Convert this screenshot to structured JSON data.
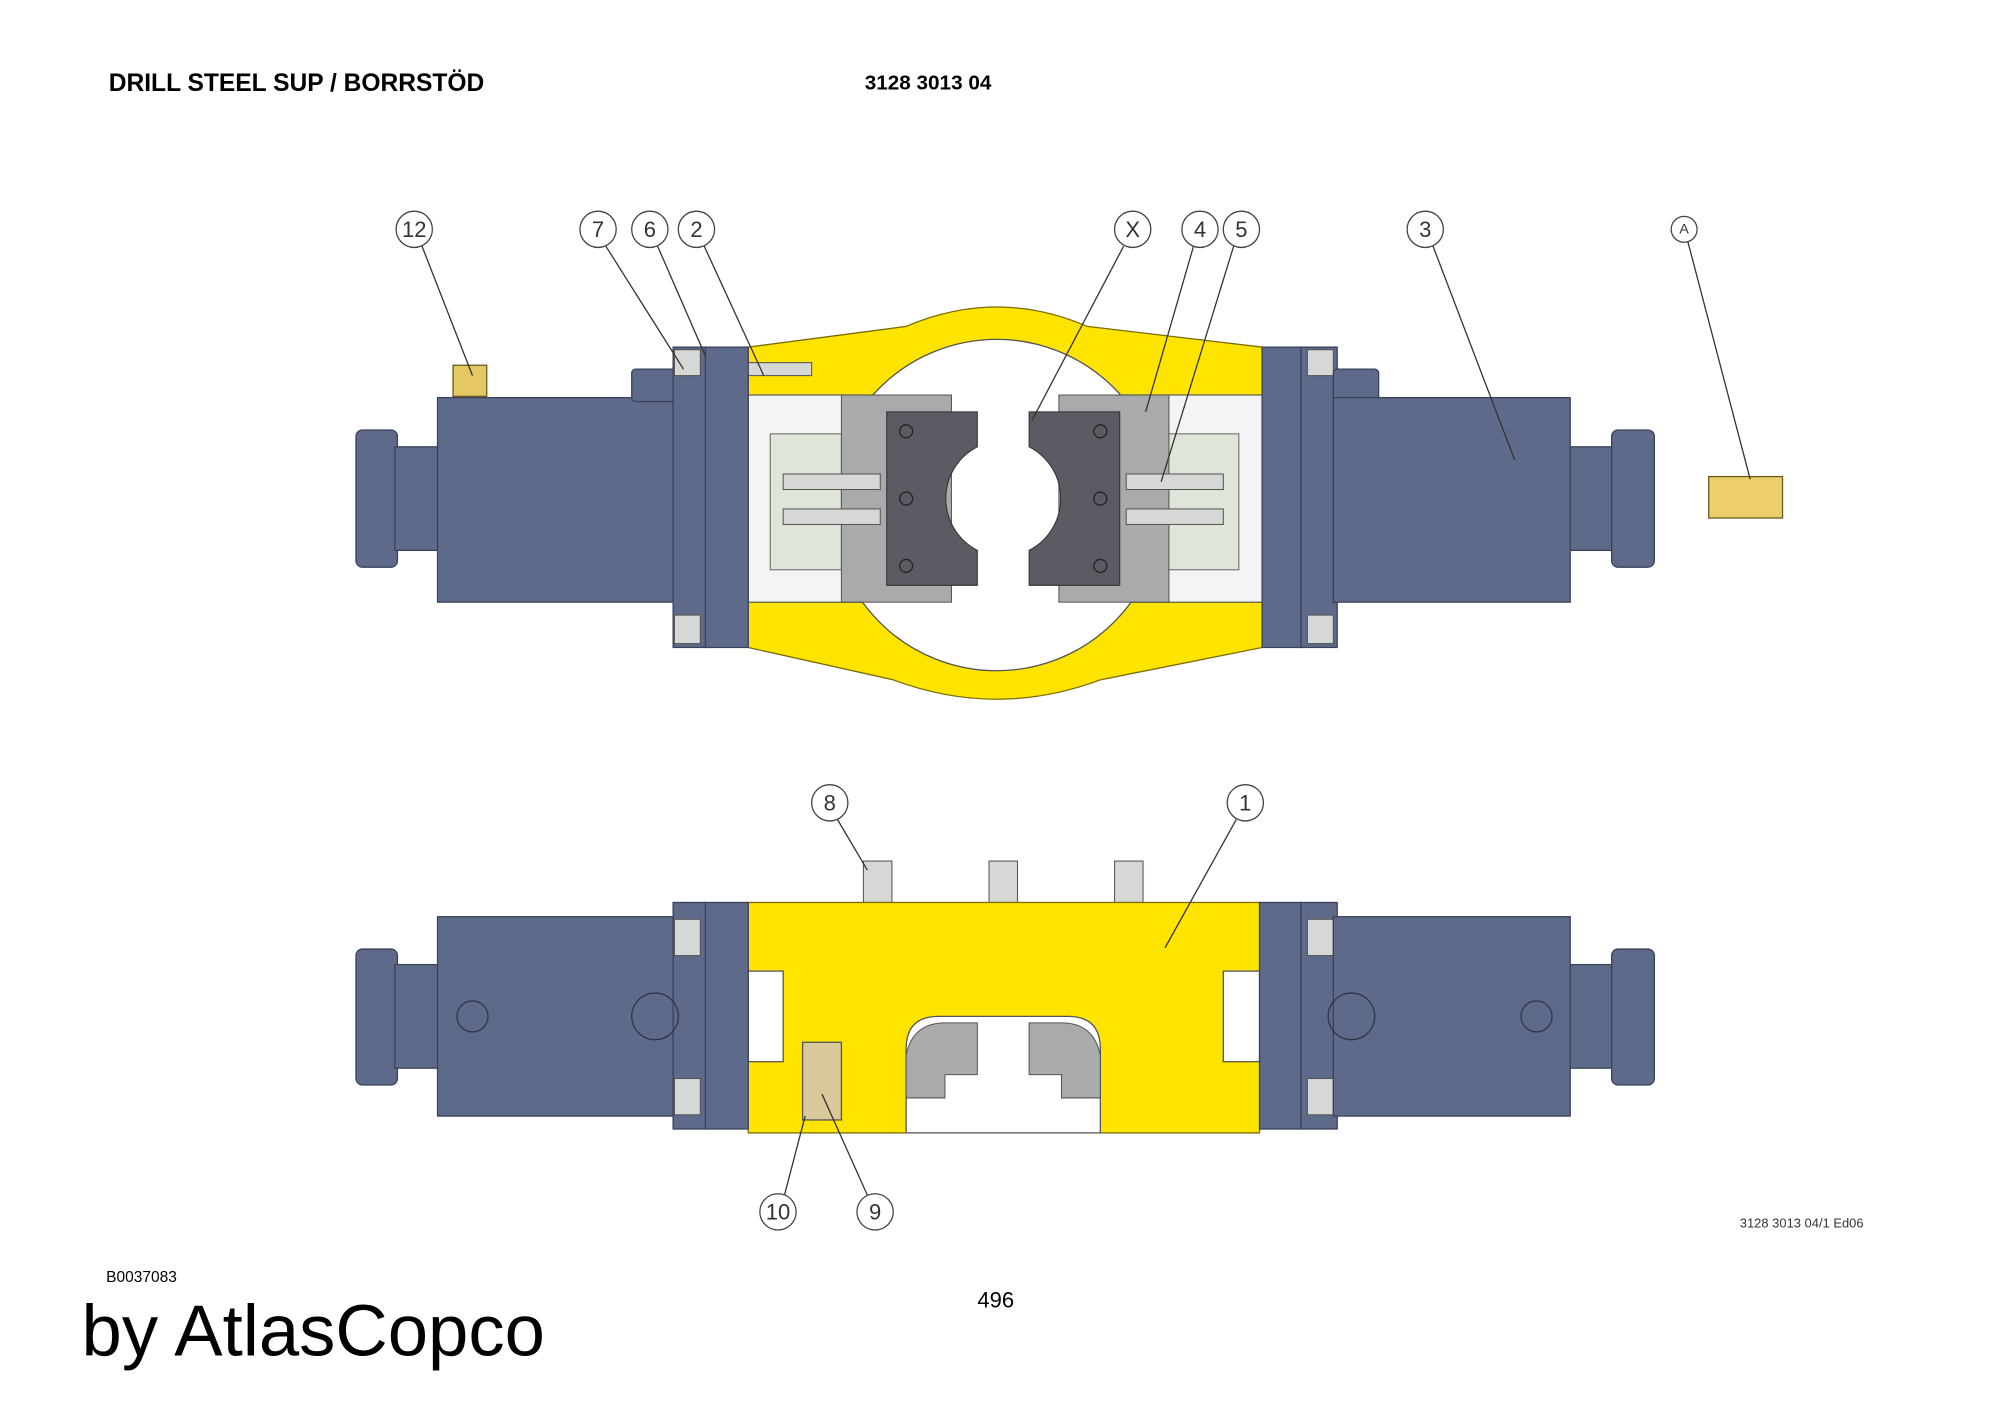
{
  "header": {
    "title": "DRILL STEEL SUP / BORRSTÖD",
    "part_number": "3128 3013 04"
  },
  "drawing": {
    "reference": "3128 3013 04/1 Ed06",
    "callouts": [
      "12",
      "7",
      "6",
      "2",
      "X",
      "4",
      "5",
      "3",
      "A",
      "8",
      "1",
      "10",
      "9"
    ]
  },
  "footer": {
    "doc_code": "B0037083",
    "page_number": "496",
    "brand": "by AtlasCopco"
  },
  "colors": {
    "body": "#5e6a89",
    "frame": "#ffe400",
    "jaw": "#5b5c63"
  }
}
